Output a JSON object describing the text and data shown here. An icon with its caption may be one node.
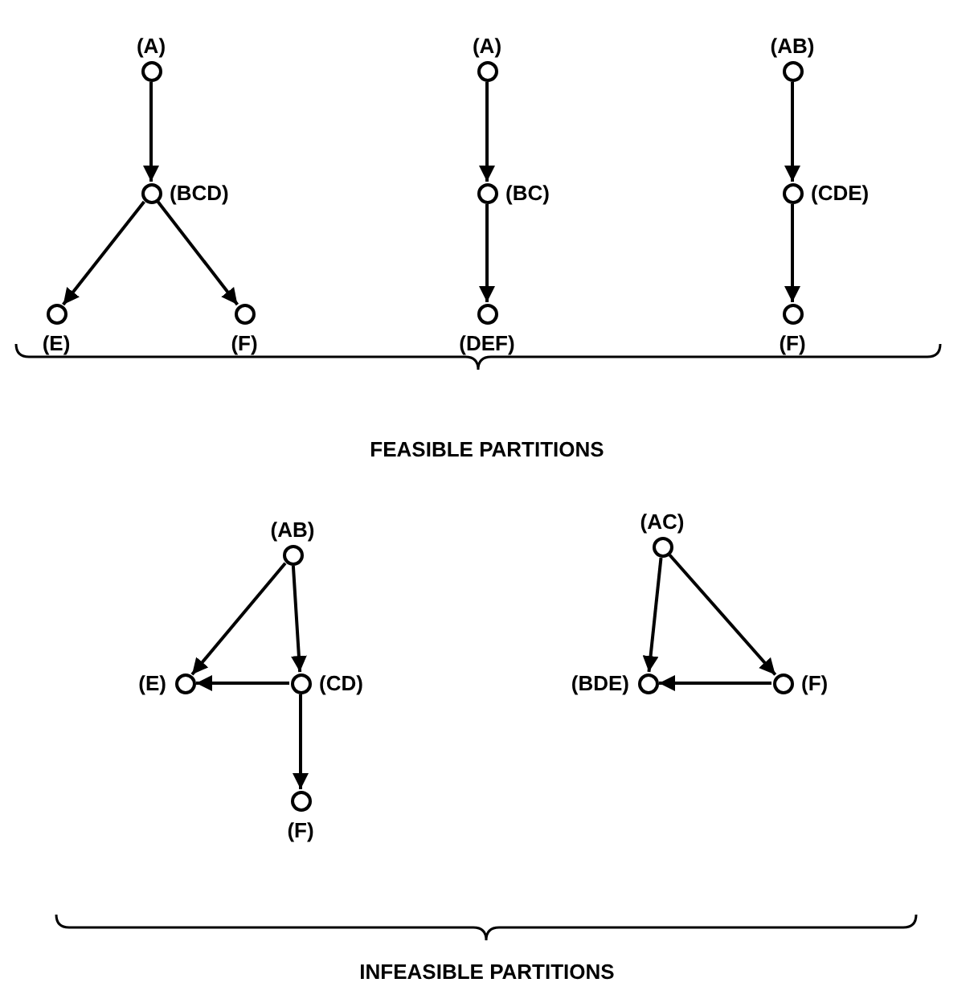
{
  "diagram": {
    "nodes": [
      {
        "text": [
          "(A)"
        ]
      },
      {
        "text": [
          "(BCD)"
        ]
      },
      {
        "text": [
          "(E)"
        ]
      },
      {
        "text": [
          "(F)"
        ]
      },
      {
        "text": [
          "(A)"
        ]
      },
      {
        "text": [
          "(BC)"
        ]
      },
      {
        "text": [
          "(DEF)"
        ]
      },
      {
        "text": [
          "(AB)"
        ]
      },
      {
        "text": [
          "(CDE)"
        ]
      },
      {
        "text": [
          "(F)"
        ]
      },
      {
        "text": [
          "(AB)"
        ]
      },
      {
        "text": [
          "(E)"
        ]
      },
      {
        "text": [
          "(CD)"
        ]
      },
      {
        "text": [
          "(F)"
        ]
      },
      {
        "text": [
          "(AC)"
        ]
      },
      {
        "text": [
          "(BDE)"
        ]
      },
      {
        "text": [
          "(F)"
        ]
      }
    ],
    "edges": [
      {
        "from": 0,
        "to": 1,
        "arrow": "to"
      },
      {
        "from": 1,
        "to": 2,
        "arrow": "to"
      },
      {
        "from": 1,
        "to": 3,
        "arrow": "to"
      },
      {
        "from": 4,
        "to": 5,
        "arrow": "to"
      },
      {
        "from": 5,
        "to": 6,
        "arrow": "to"
      },
      {
        "from": 7,
        "to": 8,
        "arrow": "to"
      },
      {
        "from": 8,
        "to": 9,
        "arrow": "to"
      },
      {
        "from": 10,
        "to": 11,
        "arrow": "to"
      },
      {
        "from": 10,
        "to": 12,
        "arrow": "to"
      },
      {
        "from": 12,
        "to": 11,
        "arrow": "to"
      },
      {
        "from": 12,
        "to": 13,
        "arrow": "to"
      },
      {
        "from": 14,
        "to": 15,
        "arrow": "to"
      },
      {
        "from": 14,
        "to": 16,
        "arrow": "to"
      },
      {
        "from": 16,
        "to": 15,
        "arrow": "to"
      }
    ],
    "labels": [
      "FEASIBLE PARTITIONS",
      "INFEASIBLE PARTITIONS"
    ]
  }
}
